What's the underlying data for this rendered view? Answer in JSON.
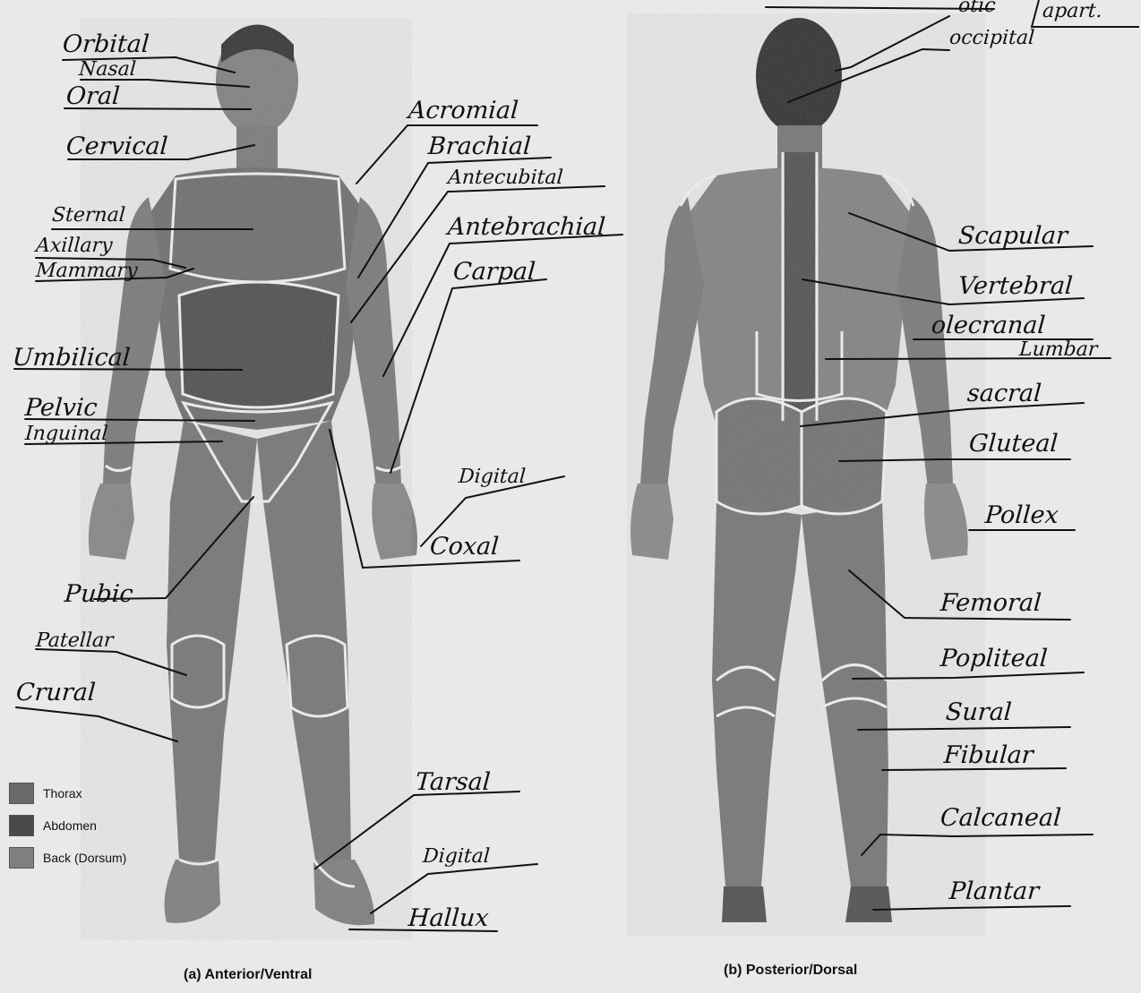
{
  "legend": {
    "items": [
      {
        "label": "Thorax",
        "color": "#6a6a6a"
      },
      {
        "label": "Abdomen",
        "color": "#4a4a4a"
      },
      {
        "label": "Back (Dorsum)",
        "color": "#808080"
      }
    ]
  },
  "figures": {
    "anterior": {
      "caption": "(a) Anterior/Ventral"
    },
    "posterior": {
      "caption": "(b) Posterior/Dorsal"
    }
  },
  "labels": {
    "orbital": "Orbital",
    "nasal": "Nasal",
    "oral": "Oral",
    "cervical": "Cervical",
    "sternal": "Sternal",
    "axillary": "Axillary",
    "mammary": "Mammary",
    "umbilical": "Umbilical",
    "pelvic": "Pelvic",
    "inguinal": "Inguinal",
    "pubic": "Pubic",
    "patellar": "Patellar",
    "crural": "Crural",
    "acromial": "Acromial",
    "brachial": "Brachial",
    "antecubital": "Antecubital",
    "antebrachial": "Antebrachial",
    "carpal": "Carpal",
    "digital_hand": "Digital",
    "coxal": "Coxal",
    "tarsal": "Tarsal",
    "digital_foot": "Digital",
    "hallux": "Hallux",
    "otic": "otic",
    "apart": "apart.",
    "occipital": "occipital",
    "scapular": "Scapular",
    "vertebral": "Vertebral",
    "olecranal": "olecranal",
    "lumbar": "Lumbar",
    "sacral": "sacral",
    "gluteal": "Gluteal",
    "pollex": "Pollex",
    "femoral": "Femoral",
    "popliteal": "Popliteal",
    "sural": "Sural",
    "fibular": "Fibular",
    "calcaneal": "Calcaneal",
    "plantar": "Plantar"
  }
}
